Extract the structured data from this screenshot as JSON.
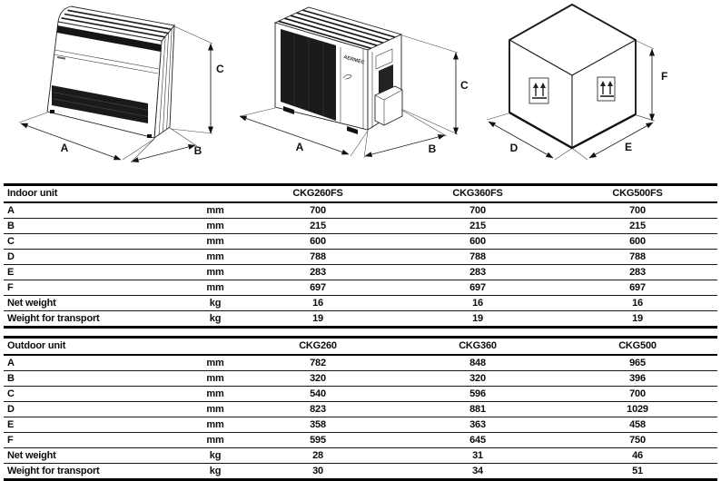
{
  "diagrams": {
    "indoor_unit": {
      "labels": {
        "a": "A",
        "b": "B",
        "c": "C"
      }
    },
    "outdoor_unit": {
      "brand": "AERMEC",
      "labels": {
        "a": "A",
        "b": "B",
        "c": "C"
      }
    },
    "packaging": {
      "labels": {
        "d": "D",
        "e": "E",
        "f": "F"
      }
    }
  },
  "tables": [
    {
      "title": "Indoor unit",
      "columns": [
        "CKG260FS",
        "CKG360FS",
        "CKG500FS"
      ],
      "rows": [
        {
          "label": "A",
          "unit": "mm",
          "values": [
            "700",
            "700",
            "700"
          ]
        },
        {
          "label": "B",
          "unit": "mm",
          "values": [
            "215",
            "215",
            "215"
          ]
        },
        {
          "label": "C",
          "unit": "mm",
          "values": [
            "600",
            "600",
            "600"
          ]
        },
        {
          "label": "D",
          "unit": "mm",
          "values": [
            "788",
            "788",
            "788"
          ]
        },
        {
          "label": "E",
          "unit": "mm",
          "values": [
            "283",
            "283",
            "283"
          ]
        },
        {
          "label": "F",
          "unit": "mm",
          "values": [
            "697",
            "697",
            "697"
          ]
        },
        {
          "label": "Net weight",
          "unit": "kg",
          "values": [
            "16",
            "16",
            "16"
          ]
        },
        {
          "label": "Weight for transport",
          "unit": "kg",
          "values": [
            "19",
            "19",
            "19"
          ]
        }
      ]
    },
    {
      "title": "Outdoor unit",
      "columns": [
        "CKG260",
        "CKG360",
        "CKG500"
      ],
      "rows": [
        {
          "label": "A",
          "unit": "mm",
          "values": [
            "782",
            "848",
            "965"
          ]
        },
        {
          "label": "B",
          "unit": "mm",
          "values": [
            "320",
            "320",
            "396"
          ]
        },
        {
          "label": "C",
          "unit": "mm",
          "values": [
            "540",
            "596",
            "700"
          ]
        },
        {
          "label": "D",
          "unit": "mm",
          "values": [
            "823",
            "881",
            "1029"
          ]
        },
        {
          "label": "E",
          "unit": "mm",
          "values": [
            "358",
            "363",
            "458"
          ]
        },
        {
          "label": "F",
          "unit": "mm",
          "values": [
            "595",
            "645",
            "750"
          ]
        },
        {
          "label": "Net weight",
          "unit": "kg",
          "values": [
            "28",
            "31",
            "46"
          ]
        },
        {
          "label": "Weight for transport",
          "unit": "kg",
          "values": [
            "30",
            "34",
            "51"
          ]
        }
      ]
    }
  ]
}
